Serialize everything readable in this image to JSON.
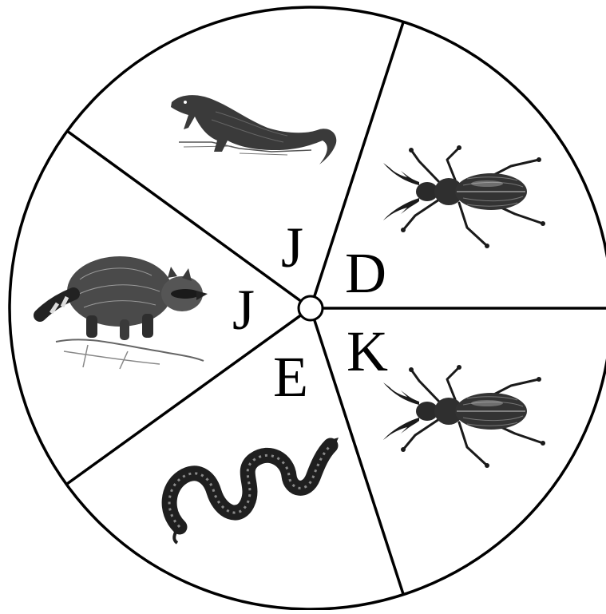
{
  "diagram": {
    "style": {
      "stroke": "#000000",
      "fill": "#ffffff",
      "ink": "#1a1a1a"
    },
    "sectors": [
      {
        "id": "top",
        "letter": "J",
        "animal": "mongoose"
      },
      {
        "id": "upper-right",
        "letter": "D",
        "animal": "stag-beetle"
      },
      {
        "id": "lower-right",
        "letter": "K",
        "animal": "stag-beetle"
      },
      {
        "id": "bottom",
        "letter": "E",
        "animal": "snake"
      },
      {
        "id": "left",
        "letter": "J",
        "animal": "raccoon"
      }
    ]
  }
}
